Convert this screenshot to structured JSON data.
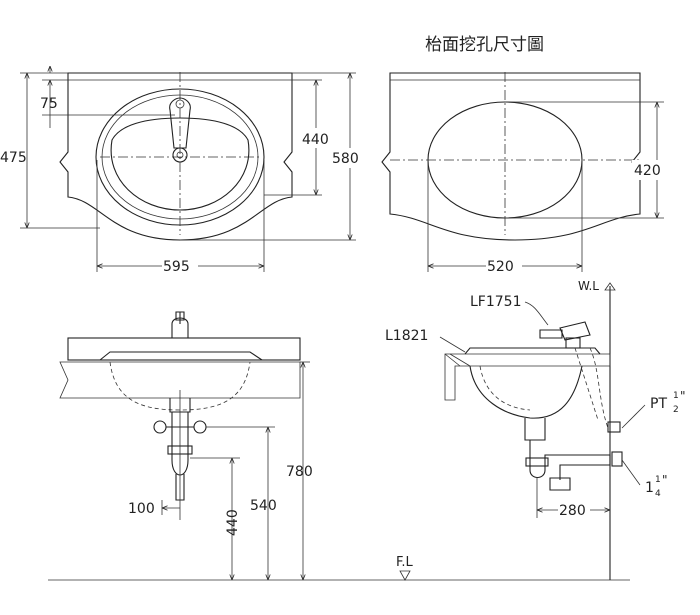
{
  "title": "枱面挖孔尺寸圖",
  "top_left": {
    "dim_75": "75",
    "dim_475": "475",
    "dim_440": "440",
    "dim_580": "580",
    "dim_595": "595"
  },
  "top_right": {
    "dim_420": "420",
    "dim_520": "520"
  },
  "front": {
    "dim_100": "100",
    "dim_440": "440",
    "dim_540": "540",
    "dim_780": "780",
    "floor_label": "F.L"
  },
  "side": {
    "faucet_model": "LF1751",
    "basin_model": "L1821",
    "wall_label": "W.L",
    "supply_label": "PT",
    "supply_frac_num": "1",
    "supply_frac_den": "2",
    "supply_unit": "\"",
    "drain_whole": "1",
    "drain_frac_num": "1",
    "drain_frac_den": "4",
    "drain_unit": "\"",
    "dim_280": "280"
  }
}
